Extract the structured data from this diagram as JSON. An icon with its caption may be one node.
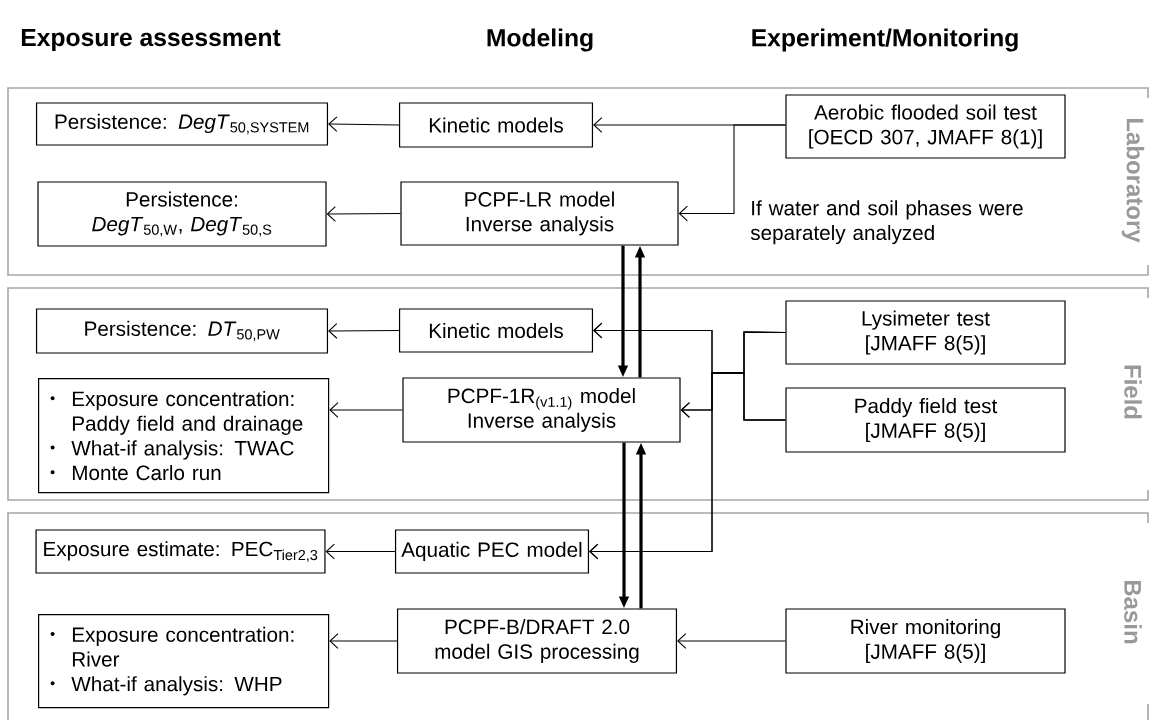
{
  "diagram": {
    "nodes": [
      {
        "text": [
          "Laboratory"
        ]
      },
      {
        "text": [
          "Persistence: *DegT*$_{50,SYSTEM}$"
        ],
        "in": 0
      },
      {
        "text": [
          "Kinetic models"
        ],
        "in": 0
      },
      {
        "text": [
          "Aerobic flooded soil test [OECD 307, JMAFF 8(1)]"
        ],
        "in": 0
      },
      {
        "text": [
          "Persistence: *DegT*$_{50,W}$, *DegT*$_{50,S}$"
        ],
        "in": 0
      },
      {
        "text": [
          "PCPF-LR model Inverse analysis"
        ],
        "in": 0
      },
      {
        "text": [
          "Field"
        ]
      },
      {
        "text": [
          "Persistence: *DT*$_{50,PW}$"
        ],
        "in": 6
      },
      {
        "text": [
          "Kinetic models"
        ],
        "in": 6
      },
      {
        "text": [
          "Lysimeter test [JMAFF 8(5)]"
        ],
        "in": 6
      },
      {
        "text": [
          "Exposure concentration: Paddy field and drainage",
          "What-if analysis: TWAC",
          "Monte Carlo run"
        ],
        "in": 6
      },
      {
        "text": [
          "PCPF-1R$_{(v1.1)}$ model Inverse analysis"
        ],
        "in": 6
      },
      {
        "text": [
          "Paddy field test [JMAFF 8(5)]"
        ],
        "in": 6
      },
      {
        "text": [
          "Basin"
        ]
      },
      {
        "text": [
          "Exposure estimate: PEC$_{Tier2,3}$"
        ],
        "in": 13
      },
      {
        "text": [
          "Aquatic PEC model"
        ],
        "in": 13
      },
      {
        "text": [
          "Exposure concentration: River",
          "What-if analysis: WHP"
        ],
        "in": 13
      },
      {
        "text": [
          "PCPF-B/DRAFT 2.0 model GIS processing"
        ],
        "in": 13
      },
      {
        "text": [
          "River monitoring [JMAFF 8(5)]"
        ],
        "in": 13
      }
    ],
    "edges": [
      {
        "from": 2,
        "to": 1,
        "arrow": "to"
      },
      {
        "from": 3,
        "to": 2,
        "arrow": "to"
      },
      {
        "from": 3,
        "to": 5,
        "arrow": "to"
      },
      {
        "from": 5,
        "to": 4,
        "arrow": "to"
      },
      {
        "from": 5,
        "to": 11,
        "arrow": "to",
        "style": "thick"
      },
      {
        "from": 11,
        "to": 5,
        "arrow": "to",
        "style": "thick"
      },
      {
        "from": 8,
        "to": 7,
        "arrow": "to"
      },
      {
        "from": 9,
        "to": 8,
        "arrow": "to"
      },
      {
        "from": 9,
        "to": 11,
        "arrow": "to"
      },
      {
        "from": 9,
        "to": 15,
        "arrow": "to"
      },
      {
        "from": 12,
        "to": 8,
        "arrow": "to"
      },
      {
        "from": 12,
        "to": 11,
        "arrow": "to"
      },
      {
        "from": 12,
        "to": 15,
        "arrow": "to"
      },
      {
        "from": 11,
        "to": 10,
        "arrow": "to"
      },
      {
        "from": 11,
        "to": 17,
        "arrow": "to",
        "style": "thick"
      },
      {
        "from": 17,
        "to": 11,
        "arrow": "to",
        "style": "thick"
      },
      {
        "from": 15,
        "to": 14,
        "arrow": "to"
      },
      {
        "from": 17,
        "to": 16,
        "arrow": "to"
      },
      {
        "from": 18,
        "to": 17,
        "arrow": "to"
      }
    ],
    "labels": [
      "Exposure assessment",
      "Modeling",
      "Experiment/Monitoring",
      "If water and soil phases were separately analyzed"
    ]
  }
}
